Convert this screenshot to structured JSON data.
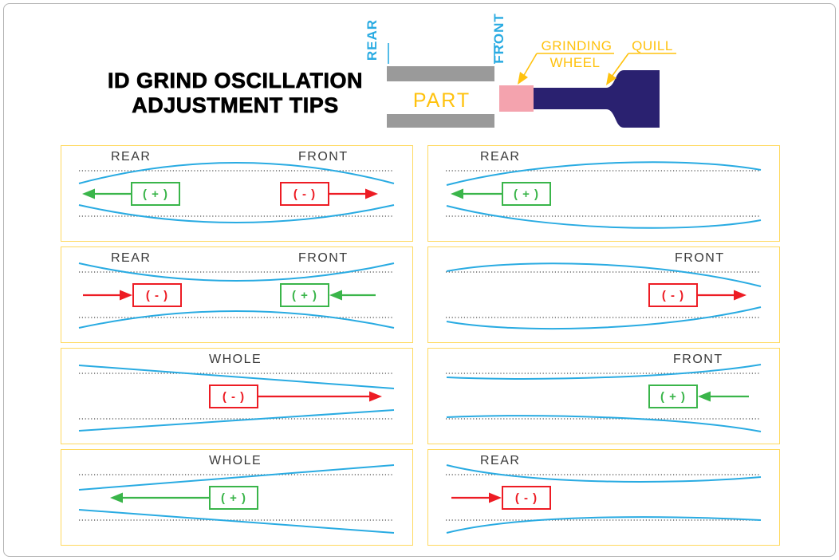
{
  "title": {
    "line1": "ID GRIND OSCILLATION",
    "line2": "ADJUSTMENT TIPS"
  },
  "header_diagram": {
    "rear_label": "REAR",
    "front_label": "FRONT",
    "part_label": "PART",
    "grinding_wheel_label": {
      "line1": "GRINDING",
      "line2": "WHEEL"
    },
    "quill_label": "QUILL"
  },
  "colors": {
    "axis_label_blue": "#29ABE2",
    "curve_blue": "#29ABE2",
    "accent_yellow": "#FFC20E",
    "panel_border_yellow": "#FFD95E",
    "positive_green": "#3AB54A",
    "negative_red": "#ED1C24",
    "part_gray": "#9A9A9A",
    "wheel_pink": "#F4A3AE",
    "quill_navy": "#2A2170"
  },
  "panels": [
    {
      "shape": "barrel-bulged-middle",
      "labels": [
        {
          "text": "REAR"
        },
        {
          "text": "FRONT"
        }
      ],
      "controls": [
        {
          "sign": "( + )",
          "type": "positive",
          "arrow": "points-left-outward"
        },
        {
          "sign": "( - )",
          "type": "negative",
          "arrow": "points-right-outward"
        }
      ]
    },
    {
      "shape": "tapered-small-at-rear",
      "labels": [
        {
          "text": "REAR"
        }
      ],
      "controls": [
        {
          "sign": "( + )",
          "type": "positive",
          "arrow": "points-left-outward"
        }
      ]
    },
    {
      "shape": "hourglass-pinched-middle",
      "labels": [
        {
          "text": "REAR"
        },
        {
          "text": "FRONT"
        }
      ],
      "controls": [
        {
          "sign": "( - )",
          "type": "negative",
          "arrow": "points-right-inward"
        },
        {
          "sign": "( + )",
          "type": "positive",
          "arrow": "points-left-inward"
        }
      ]
    },
    {
      "shape": "tapered-small-at-front",
      "labels": [
        {
          "text": "FRONT"
        }
      ],
      "controls": [
        {
          "sign": "( - )",
          "type": "negative",
          "arrow": "points-right-outward"
        }
      ]
    },
    {
      "shape": "straight-taper-narrowing-to-front",
      "labels": [
        {
          "text": "WHOLE"
        }
      ],
      "controls": [
        {
          "sign": "( - )",
          "type": "negative",
          "arrow": "points-right-long"
        }
      ]
    },
    {
      "shape": "flared-large-at-front",
      "labels": [
        {
          "text": "FRONT"
        }
      ],
      "controls": [
        {
          "sign": "( + )",
          "type": "positive",
          "arrow": "points-left-inward"
        }
      ]
    },
    {
      "shape": "straight-taper-narrowing-to-rear",
      "labels": [
        {
          "text": "WHOLE"
        }
      ],
      "controls": [
        {
          "sign": "( + )",
          "type": "positive",
          "arrow": "points-left-long"
        }
      ]
    },
    {
      "shape": "flared-large-at-rear",
      "labels": [
        {
          "text": "REAR"
        }
      ],
      "controls": [
        {
          "sign": "( - )",
          "type": "negative",
          "arrow": "points-right-inward"
        }
      ]
    }
  ]
}
